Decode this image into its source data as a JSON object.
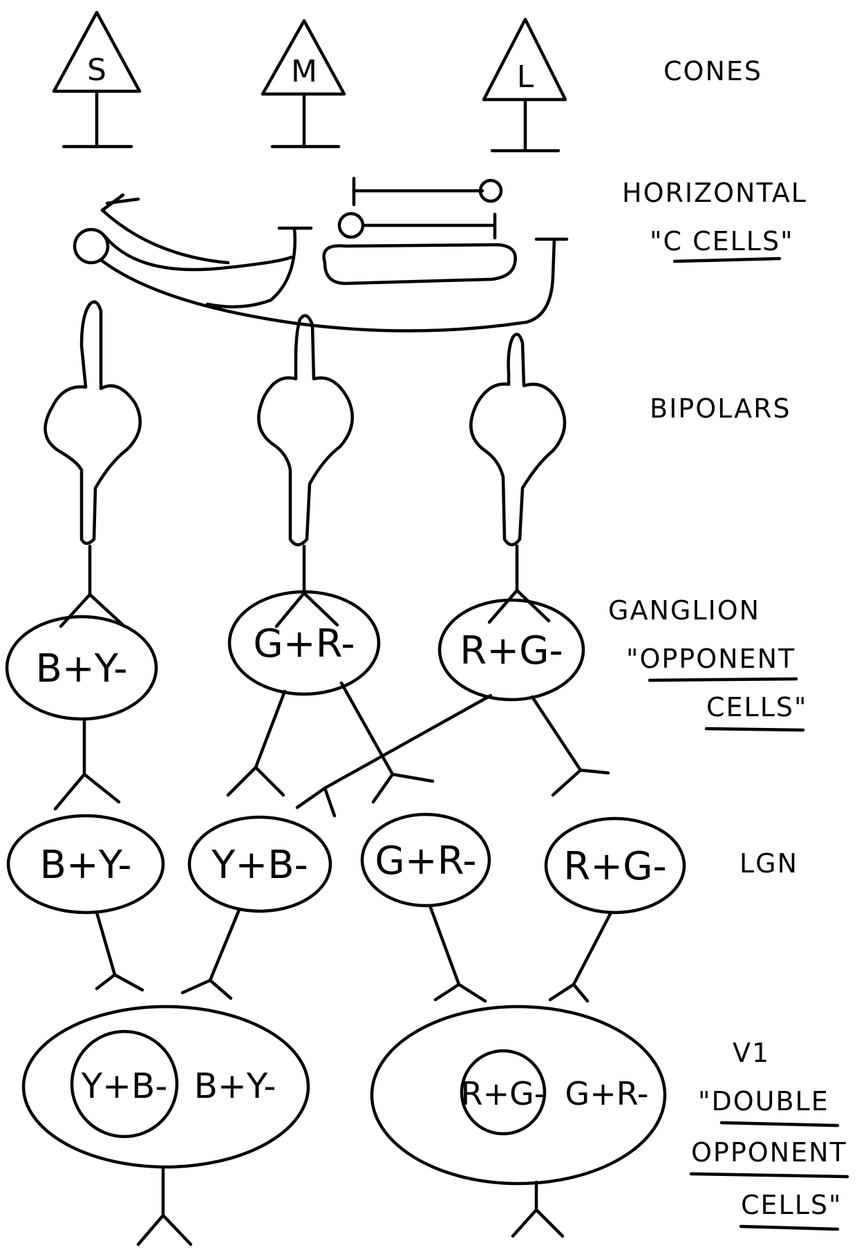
{
  "cones": [
    {
      "id": "s",
      "letter": "S"
    },
    {
      "id": "m",
      "letter": "M"
    },
    {
      "id": "l",
      "letter": "L"
    }
  ],
  "ganglion_cells": [
    {
      "id": "by",
      "text": "B+Y-"
    },
    {
      "id": "gr",
      "text": "G+R-"
    },
    {
      "id": "rg",
      "text": "R+G-"
    }
  ],
  "lgn_cells": [
    {
      "id": "by",
      "text": "B+Y-"
    },
    {
      "id": "yb",
      "text": "Y+B-"
    },
    {
      "id": "gr",
      "text": "G+R-"
    },
    {
      "id": "rg",
      "text": "R+G-"
    }
  ],
  "v1_cells": [
    {
      "id": "left",
      "inner": "Y+B-",
      "outer": "B+Y-"
    },
    {
      "id": "right",
      "inner": "R+G-",
      "outer": "G+R-"
    }
  ],
  "labels": {
    "cones": "CONES",
    "horizontal": "HORIZONTAL",
    "horizontal_sub": "\"C CELLS\"",
    "bipolars": "BIPOLARS",
    "ganglion": "GANGLION",
    "ganglion_sub1": "\"OPPONENT",
    "ganglion_sub2": "CELLS\"",
    "lgn": "LGN",
    "v1": "V1",
    "v1_sub1": "\"DOUBLE",
    "v1_sub2": "OPPONENT",
    "v1_sub3": "CELLS\""
  }
}
